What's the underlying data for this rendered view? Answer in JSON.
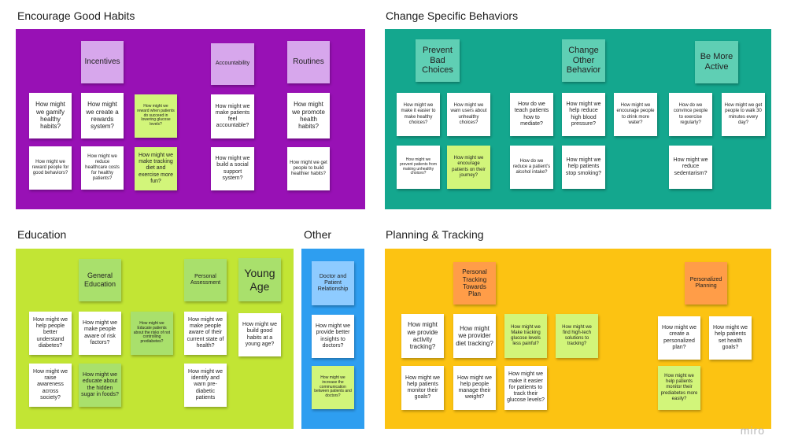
{
  "sections": {
    "encourage": {
      "title": "Encourage Good Habits"
    },
    "change": {
      "title": "Change Specific Behaviors"
    },
    "education": {
      "title": "Education"
    },
    "other": {
      "title": "Other"
    },
    "planning": {
      "title": "Planning & Tracking"
    }
  },
  "colors": {
    "encourage_frame": "#9811b5",
    "change_frame": "#14a78e",
    "education_frame": "#c2e534",
    "other_frame": "#2e9ef0",
    "planning_frame": "#fcc312"
  },
  "notes": {
    "encourage": {
      "incentives": "Incentives",
      "accountability": "Accountability",
      "routines": "Routines",
      "gamify": "How might we gamify healthy habits?",
      "rewards_system": "How might we create a rewards system?",
      "reward_glucose": "How might we reward when patients do succeed in lowering glucose levels?",
      "feel_accountable": "How might we make patients feel accountable?",
      "promote_habits": "How might we promote health habits?",
      "reward_good": "How might we reward people for good behaviors?",
      "reduce_costs": "How might we reduce healthcare costs for healthy patients?",
      "tracking_fun": "How might we make tracking diet and exercise more fun?",
      "social_support": "How might we build a social support system?",
      "build_healthier": "How might we get people to build healthier habits?"
    },
    "change": {
      "prevent_bad": "Prevent Bad Choices",
      "change_other": "Change Other Behavior",
      "be_active": "Be More Active",
      "easier_healthy": "How might we make it easier to make healthy choices?",
      "warn_users": "How might we warn users about unhealthy choices?",
      "teach_mediate": "How do we teach patients how to mediate?",
      "reduce_bp": "How might we help reduce high blood pressure?",
      "drink_water": "How might we encourage people to drink more water?",
      "convince_exercise": "How do we convince people to exercise regularly?",
      "walk_30": "How might we get people to walk 30 minutes every day?",
      "prevent_unhealthy": "How might we prevent patients from making unhealthy choices?",
      "encourage_journey": "How might we encourage patients on their journey?",
      "reduce_alcohol": "How do we reduce a patient's alcohol intake?",
      "stop_smoking": "How might we help patients stop smoking?",
      "reduce_sedentarism": "How might we reduce sedentarism?"
    },
    "education": {
      "general_education": "General Education",
      "personal_assessment": "Personal Assessment",
      "young_age": "Young Age",
      "understand_diabetes": "How might we help people better understand diabetes?",
      "aware_risk": "How might we make people aware of risk factors?",
      "educate_risks": "How might we Educate patients about the risks of not controlling prediabetes?",
      "aware_health": "How might we make people aware of their current state of health?",
      "good_habits_young": "How might we build good habits at a young age?",
      "raise_awareness": "How might we raise awareness across society?",
      "hidden_sugar": "How might we educate about the hidden sugar in foods?",
      "identify_warn": "How might we identify and warn pre-diabetic patients"
    },
    "other": {
      "doctor_patient": "Doctor and Patient Relationship",
      "better_insights": "How might we provide better insights to doctors?",
      "communication": "How might we increase the communication between patients and doctors?"
    },
    "planning": {
      "personal_tracking": "Personal Tracking Towards Plan",
      "personalized_planning": "Personalized Planning",
      "activity_tracking": "How might we provide activity tracking?",
      "diet_tracking": "How might we provider diet tracking?",
      "glucose_painful": "How might we Make tracking glucose levels less painful?",
      "high_tech": "How might we find high-tech solutions to tracking?",
      "personalized_plan": "How might we create a personalized plan?",
      "health_goals": "How might we help patients set health goals?",
      "monitor_goals": "How might we help patients monitor their goals?",
      "manage_weight": "How might we help people manage their weight?",
      "track_glucose": "How might we make it easier for patients to track their glucose levels?",
      "monitor_prediabetes": "How might we help patients monitor their prediabetes more easily?"
    }
  },
  "watermark": "miro"
}
